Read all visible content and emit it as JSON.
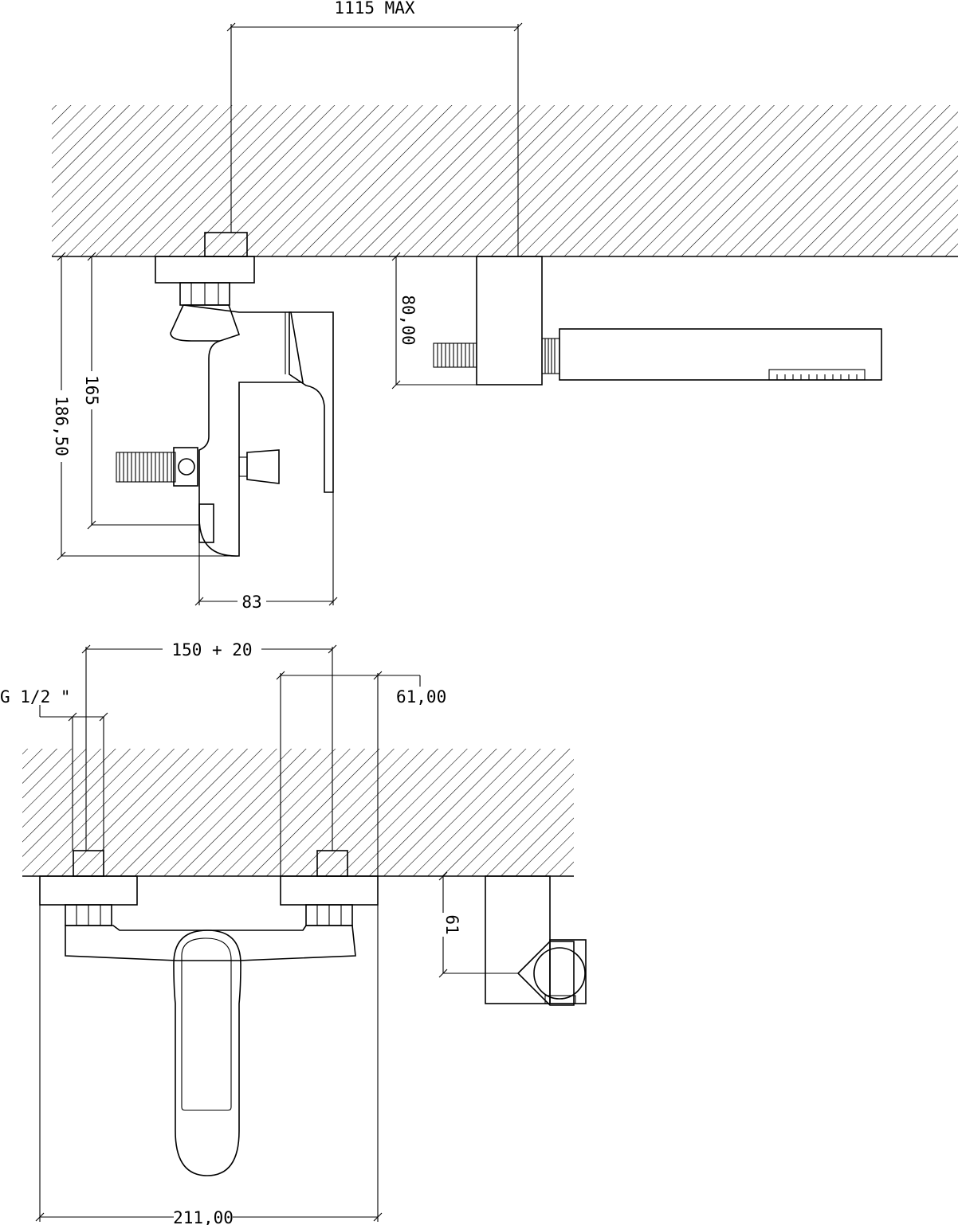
{
  "dimensions": {
    "max_length": "1115 MAX",
    "height_8000": "80,00",
    "height_165": "165",
    "height_18650": "186,50",
    "depth_83": "83",
    "centers": "150 + 20",
    "connection": "G 1/2 \"",
    "width_61": "61,00",
    "height_61": "61",
    "width_211": "211,00"
  }
}
